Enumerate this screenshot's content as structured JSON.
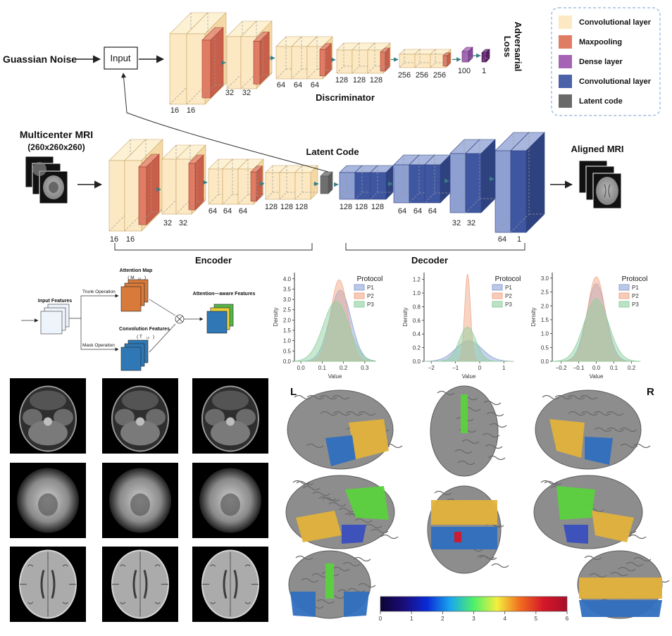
{
  "labels": {
    "gaussian_noise": "Guassian Noise",
    "input": "Input",
    "adversarial": "Adversarial",
    "loss": "Loss",
    "discriminator": "Discriminator",
    "multicenter_mri": "Multicenter MRI",
    "mri_size": "(260x260x260)",
    "latent_code": "Latent Code",
    "aligned_mri": "Aligned  MRI",
    "encoder": "Encoder",
    "decoder": "Decoder",
    "L": "L",
    "R": "R"
  },
  "legend": [
    {
      "label": "Convolutional layer",
      "color": "#fce9c3"
    },
    {
      "label": "Maxpooling",
      "color": "#e07b64"
    },
    {
      "label": "Dense  layer",
      "color": "#a463b5"
    },
    {
      "label": "Convolutional layer",
      "color": "#4a62a8"
    },
    {
      "label": "Latent code",
      "color": "#6a6a6a"
    }
  ],
  "discriminator_numbers": [
    "16",
    "16",
    "32",
    "32",
    "64",
    "64",
    "64",
    "128",
    "128",
    "128",
    "256",
    "256",
    "256",
    "100",
    "1"
  ],
  "encoder_numbers": [
    "16",
    "16",
    "32",
    "32",
    "64",
    "64",
    "64",
    "128",
    "128",
    "128"
  ],
  "decoder_numbers": [
    "128",
    "128",
    "128",
    "64",
    "64",
    "64",
    "32",
    "32",
    "64",
    "1"
  ],
  "attention": {
    "input_features": "Input  Features",
    "trunk_operation": "Trunk Operation",
    "mask_operation": "Mask Operation",
    "attention_map": "Attention Map",
    "attention_map_sub": "( M",
    "attention_map_subscript": "i,c",
    "convolution_features": "Convolution Features",
    "convolution_sub": "( T",
    "convolution_subscript": "i,c",
    "attention_aware": "Attention—aware Features",
    "close_paren": ")"
  },
  "colorbar": {
    "ticks": [
      "0",
      "1",
      "2",
      "3",
      "4",
      "5",
      "6"
    ],
    "colors": [
      "#0b0533",
      "#1b0c7a",
      "#0a2ad6",
      "#1aa7ee",
      "#4ef06a",
      "#f4ef3e",
      "#f06b1f",
      "#d4172a",
      "#a80f2a"
    ]
  },
  "chart_data": [
    {
      "type": "area",
      "ylabel": "Density",
      "xlabel": "Value",
      "legend_title": "Protocol",
      "legend_position": "top-right",
      "xlim": [
        -0.03,
        0.35
      ],
      "ylim": [
        0,
        4.3
      ],
      "xticks": [
        "0.0",
        "0.1",
        "0.2",
        "0.3"
      ],
      "xtick_values": [
        0.0,
        0.1,
        0.2,
        0.3
      ],
      "yticks": [
        "0.0",
        "0.5",
        "1.0",
        "1.5",
        "2.0",
        "2.5",
        "3.0",
        "3.5",
        "4.0"
      ],
      "ytick_values": [
        0.0,
        0.5,
        1.0,
        1.5,
        2.0,
        2.5,
        3.0,
        3.5,
        4.0
      ],
      "series": [
        {
          "name": "P1",
          "color": "#8ea4d6",
          "peak_x": 0.185,
          "peak_density": 3.45
        },
        {
          "name": "P2",
          "color": "#f2a98c",
          "peak_x": 0.18,
          "peak_density": 3.95
        },
        {
          "name": "P3",
          "color": "#8fcf9f",
          "peak_x": 0.165,
          "peak_density": 2.9
        }
      ]
    },
    {
      "type": "area",
      "ylabel": "Density",
      "xlabel": "Value",
      "legend_title": "Protocol",
      "legend_position": "top-right",
      "xlim": [
        -2.3,
        1.4
      ],
      "ylim": [
        0,
        1.3
      ],
      "xticks": [
        "−2",
        "−1",
        "0",
        "1"
      ],
      "xtick_values": [
        -2,
        -1,
        0,
        1
      ],
      "yticks": [
        "0.0",
        "0.2",
        "0.4",
        "0.6",
        "0.8",
        "1.0",
        "1.2"
      ],
      "ytick_values": [
        0.0,
        0.2,
        0.4,
        0.6,
        0.8,
        1.0,
        1.2
      ],
      "series": [
        {
          "name": "P1",
          "color": "#8ea4d6",
          "peak_x": -0.45,
          "peak_density": 0.3
        },
        {
          "name": "P2",
          "color": "#f2a98c",
          "peak_x": -0.5,
          "peak_density": 1.28
        },
        {
          "name": "P3",
          "color": "#8fcf9f",
          "peak_x": -0.5,
          "peak_density": 0.5
        }
      ]
    },
    {
      "type": "area",
      "ylabel": "Density",
      "xlabel": "Value",
      "legend_title": "Protocol",
      "legend_position": "top-right",
      "xlim": [
        -0.25,
        0.25
      ],
      "ylim": [
        0,
        3.2
      ],
      "xticks": [
        "−0.2",
        "−0.1",
        "0.0",
        "0.1",
        "0.2"
      ],
      "xtick_values": [
        -0.2,
        -0.1,
        0.0,
        0.1,
        0.2
      ],
      "yticks": [
        "0.0",
        "0.5",
        "1.0",
        "1.5",
        "2.0",
        "2.5",
        "3.0"
      ],
      "ytick_values": [
        0.0,
        0.5,
        1.0,
        1.5,
        2.0,
        2.5,
        3.0
      ],
      "series": [
        {
          "name": "P1",
          "color": "#8ea4d6",
          "peak_x": 0.0,
          "peak_density": 2.8
        },
        {
          "name": "P2",
          "color": "#f2a98c",
          "peak_x": 0.0,
          "peak_density": 3.05
        },
        {
          "name": "P3",
          "color": "#8fcf9f",
          "peak_x": 0.0,
          "peak_density": 2.25
        }
      ]
    }
  ]
}
